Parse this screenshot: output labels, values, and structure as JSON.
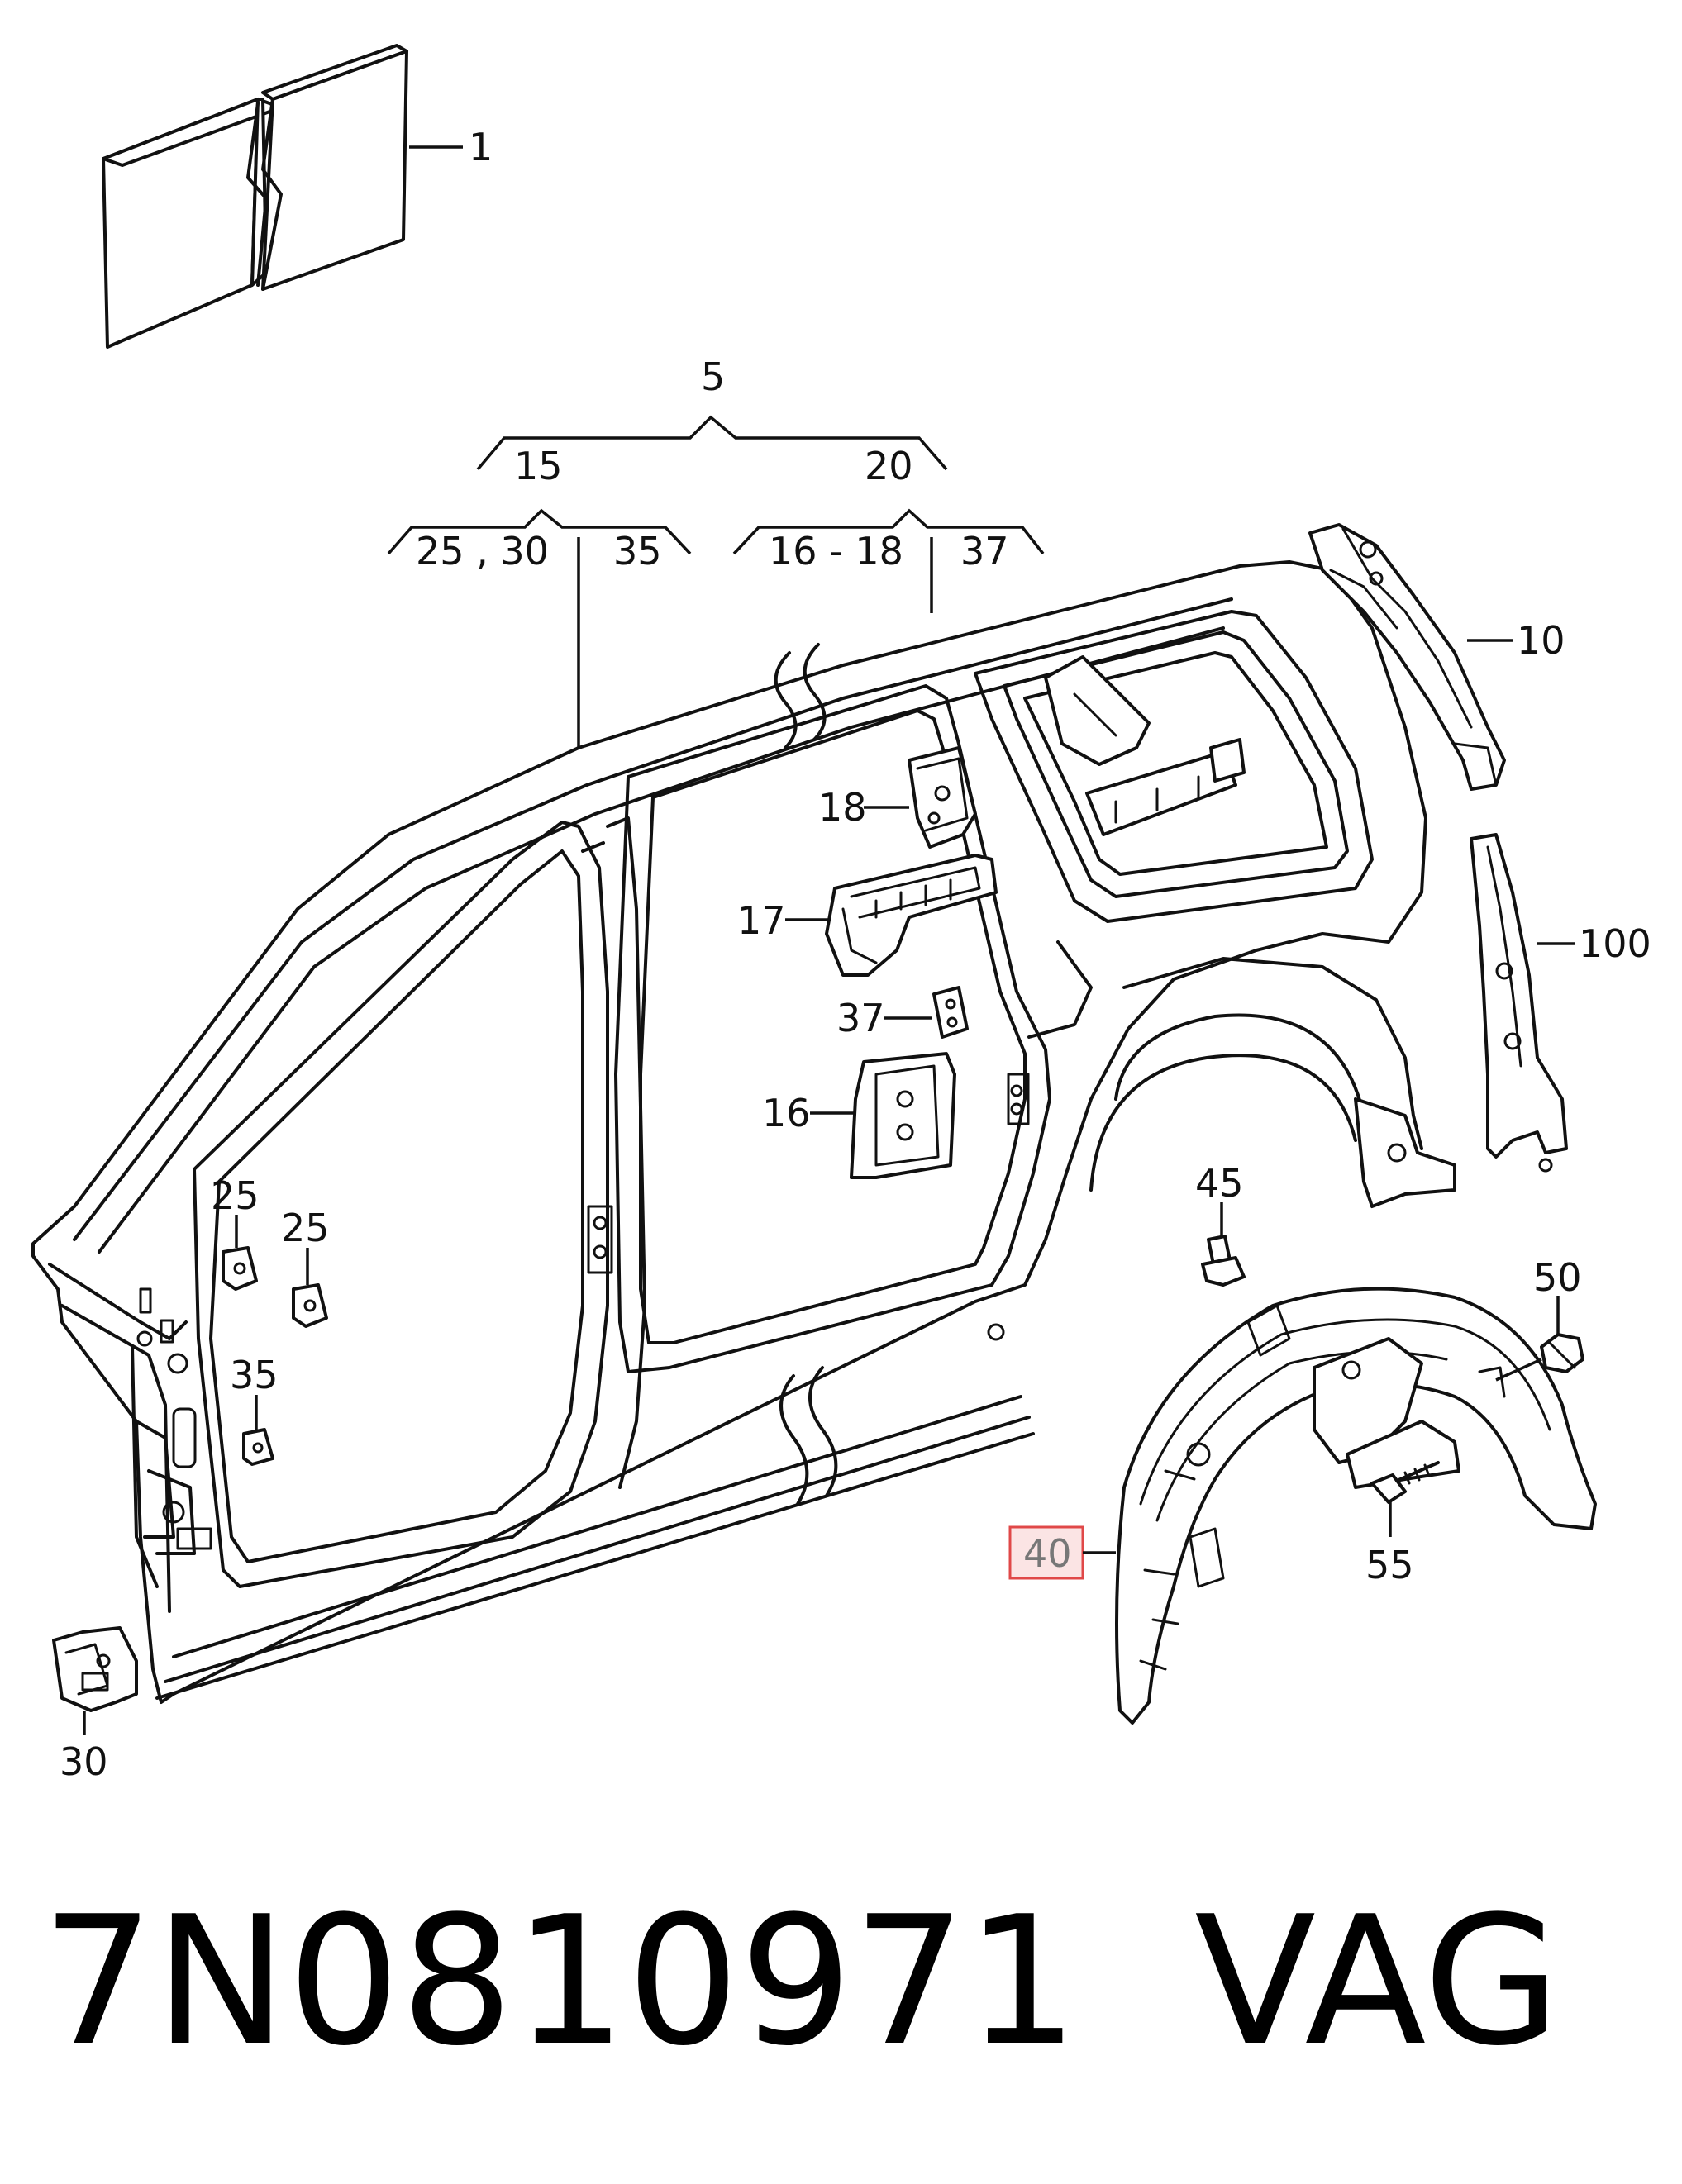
{
  "callouts": {
    "c1": "1",
    "c5": "5",
    "c15": "15",
    "c20": "20",
    "c25_30": "25 , 30",
    "c35_top": "35",
    "c16_18": "16 - 18",
    "c37_top": "37",
    "c10": "10",
    "c100": "100",
    "c18": "18",
    "c17": "17",
    "c37": "37",
    "c16": "16",
    "c25a": "25",
    "c25b": "25",
    "c35": "35",
    "c30": "30",
    "c45": "45",
    "c50": "50",
    "c55": "55",
    "c40": "40"
  },
  "highlight_color": "#e04848",
  "footer": {
    "part_number": "7N0810971",
    "brand": "VAG"
  }
}
